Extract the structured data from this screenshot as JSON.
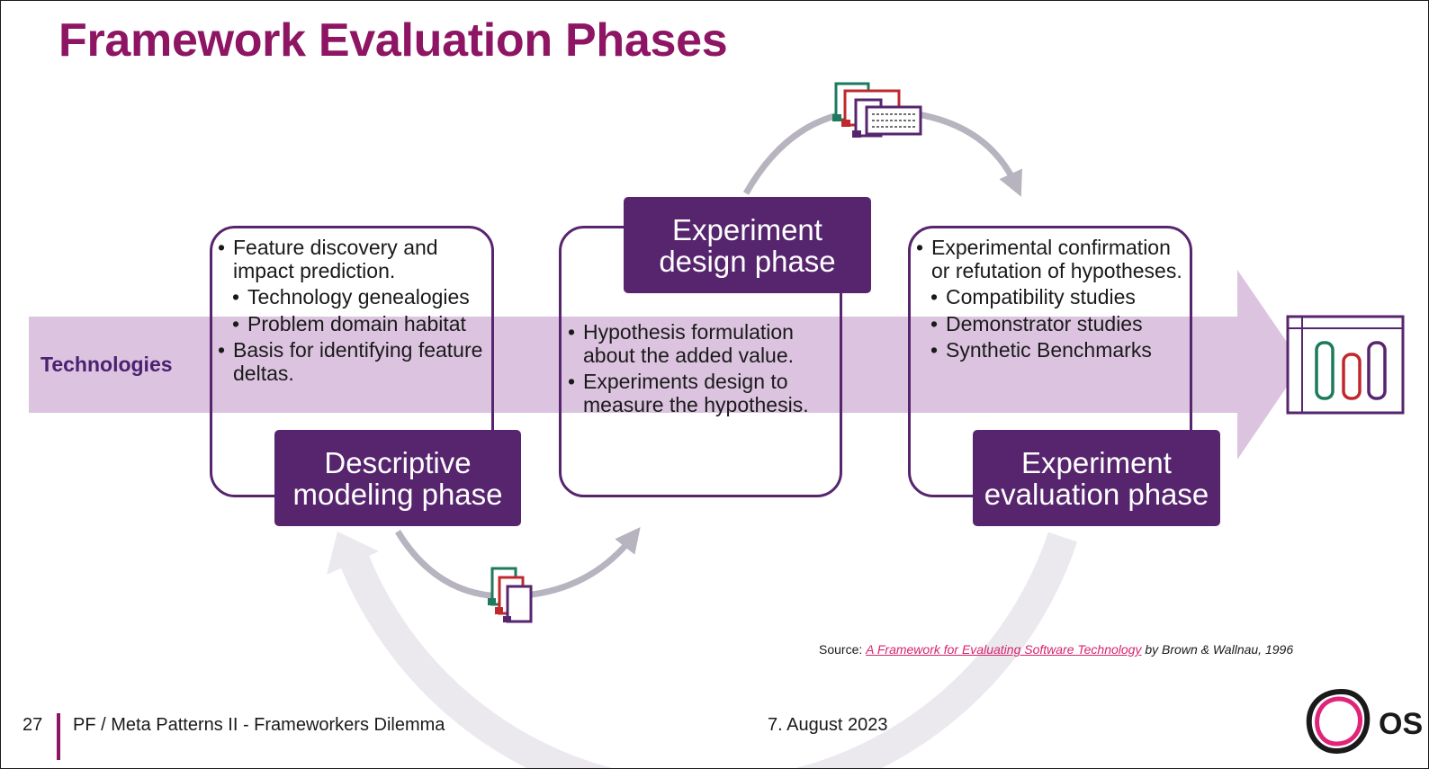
{
  "title": "Framework Evaluation Phases",
  "band": {
    "label": "Technologies"
  },
  "phases": {
    "descriptive": {
      "name": "Descriptive modeling phase",
      "line1": "Descriptive",
      "line2": "modeling phase",
      "bullets": [
        {
          "text": "Feature discovery and impact prediction.",
          "level": 1
        },
        {
          "text": "Technology genealogies",
          "level": 2
        },
        {
          "text": "Problem domain habitat",
          "level": 2
        },
        {
          "text": "Basis for identifying feature deltas.",
          "level": 1
        }
      ]
    },
    "design": {
      "name": "Experiment design phase",
      "line1": "Experiment",
      "line2": "design phase",
      "bullets": [
        {
          "text": "Hypothesis formulation about the added value.",
          "level": 1
        },
        {
          "text": "Experiments design to measure the hypothesis.",
          "level": 1
        }
      ]
    },
    "evaluation": {
      "name": "Experiment evaluation phase",
      "line1": "Experiment",
      "line2": "evaluation phase",
      "bullets": [
        {
          "text": "Experimental confirmation or refutation of hypotheses.",
          "level": 1
        },
        {
          "text": "Compatibility studies",
          "level": 2
        },
        {
          "text": "Demonstrator studies",
          "level": 2
        },
        {
          "text": "Synthetic Benchmarks",
          "level": 2
        }
      ]
    }
  },
  "source": {
    "prefix": "Source: ",
    "link_text": "A Framework for Evaluating Software Technology",
    "suffix": " by Brown & Wallnau, 1996"
  },
  "footer": {
    "page_number": "27",
    "text": "PF / Meta Patterns II - Frameworkers Dilemma",
    "date": "7. August 2023",
    "logo_text": "OS"
  },
  "icons": {
    "documents_top": "document-stack-icon",
    "documents_bottom": "document-stack-icon",
    "results": "bar-chart-icon",
    "logo": "company-logo-icon"
  },
  "colors": {
    "title": "#8e1563",
    "phase_fill": "#57256e",
    "band": "#dcc3e0",
    "cycle_arrow": "#b7b3bf",
    "return_arrow": "#ebe9ee",
    "link": "#d6246e",
    "doc_green": "#1d7a5c",
    "doc_red": "#c0282d",
    "doc_purple": "#57256e"
  }
}
